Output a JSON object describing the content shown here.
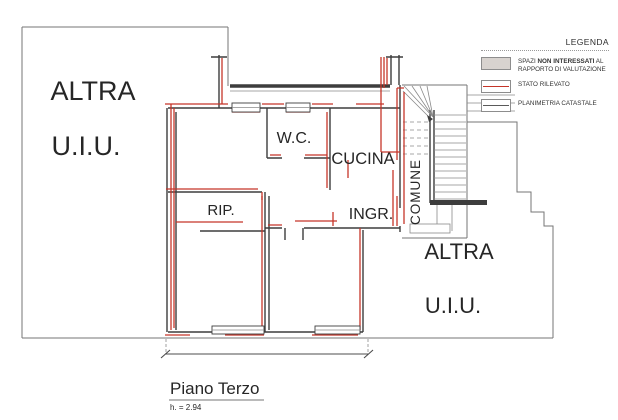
{
  "plan": {
    "rooms": {
      "altra_left_line1": "ALTRA",
      "altra_left_line2": "U.I.U.",
      "wc": "W.C.",
      "cucina": "CUCINA",
      "rip": "RIP.",
      "ingr": "INGR.",
      "comune": "COMUNE",
      "altra_right_line1": "ALTRA",
      "altra_right_line2": "U.I.U."
    },
    "title": {
      "floor": "Piano Terzo",
      "height_note": "h. = 2.94"
    },
    "legend": {
      "title": "LEGENDA",
      "item1_pre": "SPAZI ",
      "item1_bold": "NON INTERESSATI",
      "item1_post": " AL",
      "item1_line2": "RAPPORTO DI VALUTAZIONE",
      "item2": "STATO RILEVATO",
      "item3": "PLANIMETRIA CATASTALE"
    }
  },
  "colors": {
    "rilevato_red": "#c53529",
    "catastale_black": "#3d3d3d",
    "boundary_gray": "#767676",
    "noninterest_fill": "#d8d3cf",
    "page_bg": "#ffffff"
  }
}
